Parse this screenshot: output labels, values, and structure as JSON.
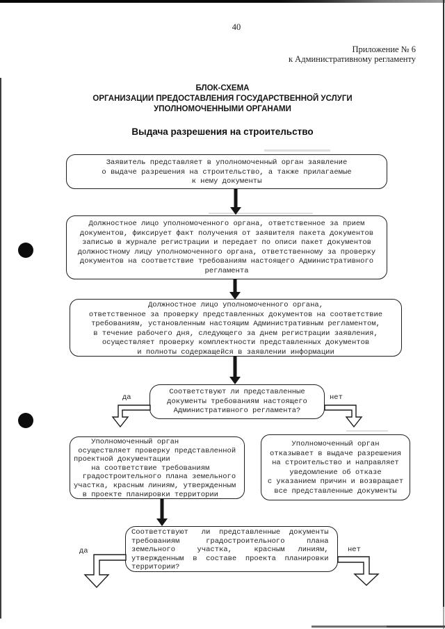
{
  "page": {
    "number": "40",
    "appendix_line1": "Приложение № 6",
    "appendix_line2": "к Административному регламенту",
    "title_line1": "БЛОК-СХЕМА",
    "title_line2": "ОРГАНИЗАЦИИ ПРЕДОСТАВЛЕНИЯ ГОСУДАРСТВЕННОЙ УСЛУГИ",
    "title_line3": "УПОЛНОМОЧЕННЫМИ ОРГАНАМИ",
    "subtitle": "Выдача разрешения на строительство"
  },
  "flowchart": {
    "box1_lines": [
      "Заявитель представляет в уполномоченный орган заявление",
      "о выдаче разрешения на строительство, а также прилагаемые",
      "к нему документы"
    ],
    "box2_lines": [
      "Должностное лицо уполномоченного органа, ответственное за прием",
      "документов, фиксирует факт получения от заявителя пакета документов",
      "записью в журнале регистрации и передает по описи пакет документов",
      "должностному лицу уполномоченного органа, ответственному за проверку",
      "документов на соответствие требованиям настоящего Административного",
      "регламента"
    ],
    "box3_lines": [
      "Должностное лицо уполномоченного органа,",
      "ответственное за проверку представленных документов на соответствие",
      "требованиям, установленным настоящим Административным регламентом,",
      "в течение рабочего дня, следующего за днем регистрации заявления,",
      "осуществляет проверку комплектности представленных документов",
      "и полноты содержащейся в заявлении информации"
    ],
    "decision1_lines": [
      "Соответствуют ли представленные",
      "документы требованиям настоящего",
      "Административного регламента?"
    ],
    "decision1_yes": "да",
    "decision1_no": "нет",
    "left_box_lines": [
      "    Уполномоченный орган",
      " осуществляет проверку представленной",
      "проектной документации",
      "    на соответствие требованиям",
      "  градостроительного плана земельного",
      "участка, красным линиям, утвержденным",
      "  в проекте планировки территории"
    ],
    "right_box_lines": [
      "Уполномоченный орган",
      "отказывает в выдаче разрешения",
      "на строительство и направляет",
      "уведомление об отказе",
      "с указанием причин и возвращает",
      "все представленные документы"
    ],
    "decision2_lines": [
      "Соответствуют   ли  представленные  документы",
      "требованиям      градостроительного     плана",
      "земельного     участка,     красным   линиям,",
      "утвержденным  в  составе  проекта  планировки",
      "территории?"
    ],
    "decision2_yes": "да",
    "decision2_no": "нет"
  },
  "colors": {
    "ink": "#1c1c1c",
    "border": "#1e1e1e",
    "arrow": "#161616",
    "paper": "#ffffff"
  }
}
